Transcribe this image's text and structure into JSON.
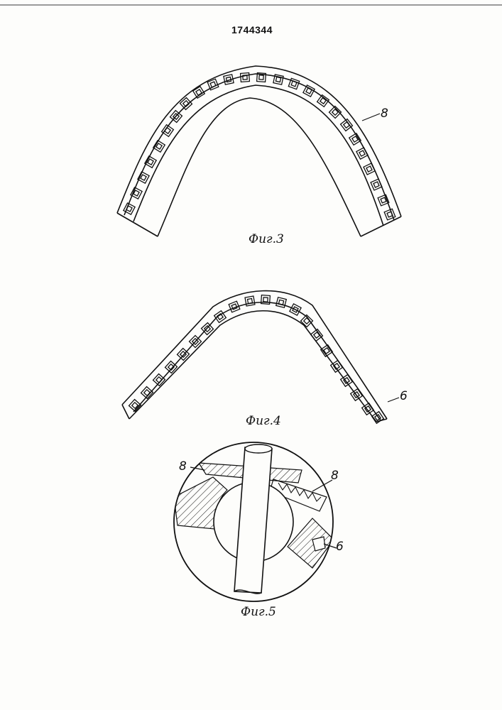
{
  "document": {
    "patent_number": "1744344",
    "figures": [
      {
        "caption": "Фиг.3",
        "labels": [
          "8"
        ]
      },
      {
        "caption": "Фиг.4",
        "labels": [
          "6"
        ]
      },
      {
        "caption": "Фиг.5",
        "labels": [
          "8",
          "8",
          "6"
        ]
      }
    ]
  }
}
